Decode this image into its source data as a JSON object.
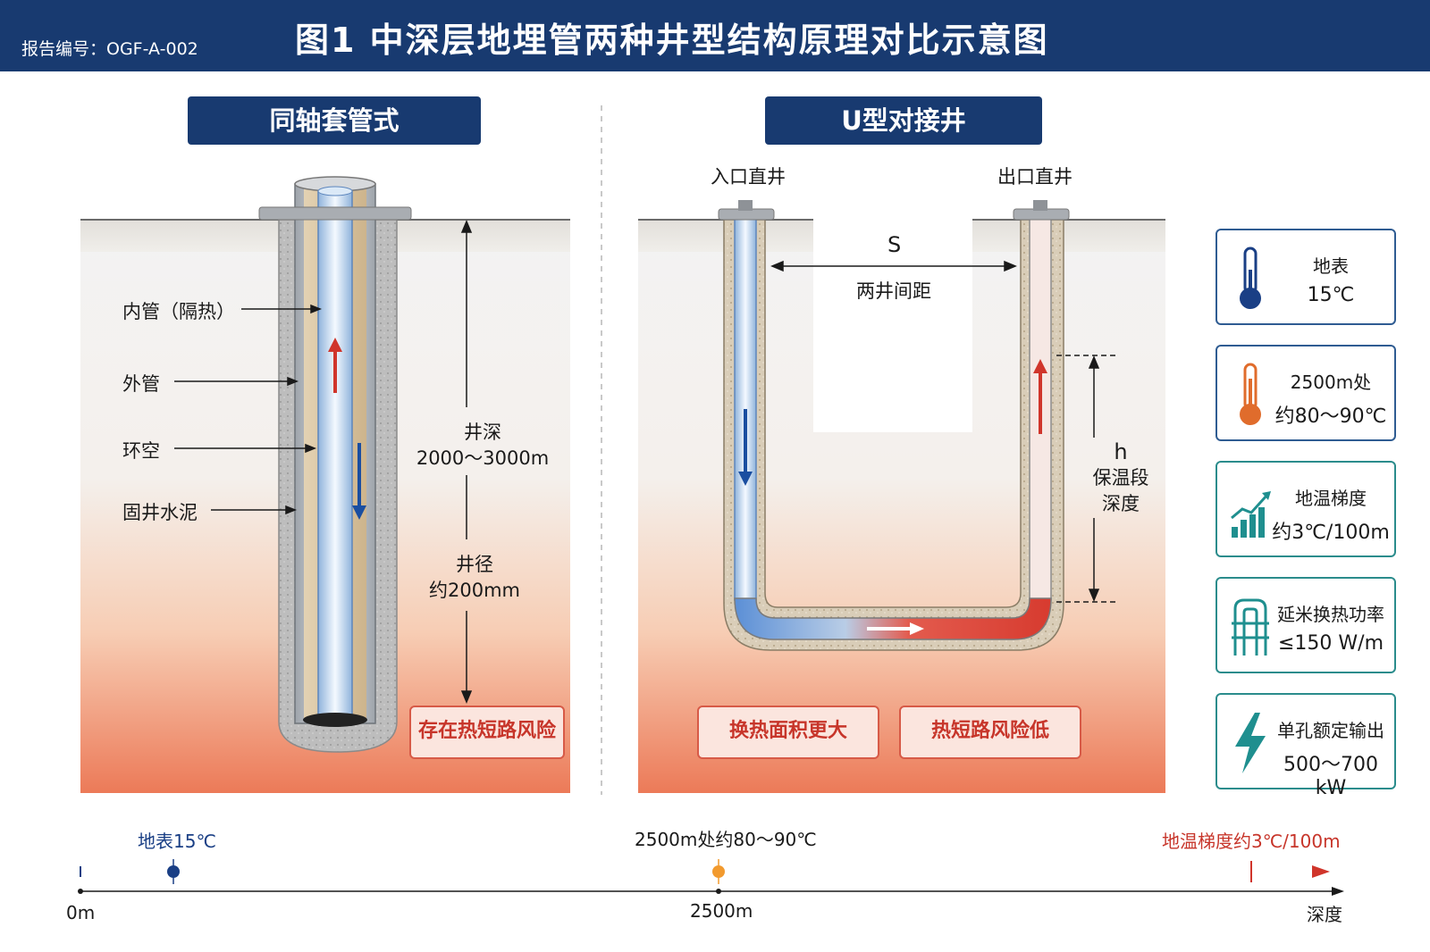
{
  "header": {
    "report_id": "报告编号：OGF-A-002",
    "title": "图1  中深层地埋管两种井型结构原理对比示意图"
  },
  "coaxial": {
    "title": "同轴套管式",
    "labels": {
      "inner_pipe": "内管（隔热）",
      "outer_pipe": "外管",
      "annulus": "环空",
      "cement": "固井水泥"
    },
    "depth_label": "井深",
    "depth_value": "2000～3000m",
    "diameter_label": "井径",
    "diameter_value": "约200mm",
    "risk_badge": "存在热短路风险"
  },
  "u_well": {
    "title": "U型对接井",
    "inlet_label": "入口直井",
    "outlet_label": "出口直井",
    "spacing_symbol": "S",
    "spacing_label": "两井间距",
    "h_symbol": "h",
    "h_label_1": "保温段",
    "h_label_2": "深度",
    "badge_1": "换热面积更大",
    "badge_2": "热短路风险低"
  },
  "cards": [
    {
      "icon": "thermometer-cold-icon",
      "line1": "地表",
      "line2": "15℃"
    },
    {
      "icon": "thermometer-hot-icon",
      "line1": "2500m处",
      "line2": "约80～90℃"
    },
    {
      "icon": "growth-chart-icon",
      "line1": "地温梯度",
      "line2": "约3℃/100m"
    },
    {
      "icon": "heat-exchanger-icon",
      "line1": "延米换热功率",
      "line2": "≤150 W/m"
    },
    {
      "icon": "lightning-icon",
      "line1": "单孔额定输出",
      "line2": "500～700 kW"
    }
  ],
  "depth_axis": {
    "surface_label": "地表15℃",
    "mid_label": "2500m处约80～90℃",
    "gradient_label": "地温梯度约3℃/100m",
    "tick_0": "0m",
    "tick_mid": "2500m",
    "tick_end": "深度"
  },
  "colors": {
    "header_bg": "#183a70",
    "cold_blue": "#1a4ea0",
    "hot_red": "#d0352b",
    "mid_orange": "#f29a2e"
  }
}
